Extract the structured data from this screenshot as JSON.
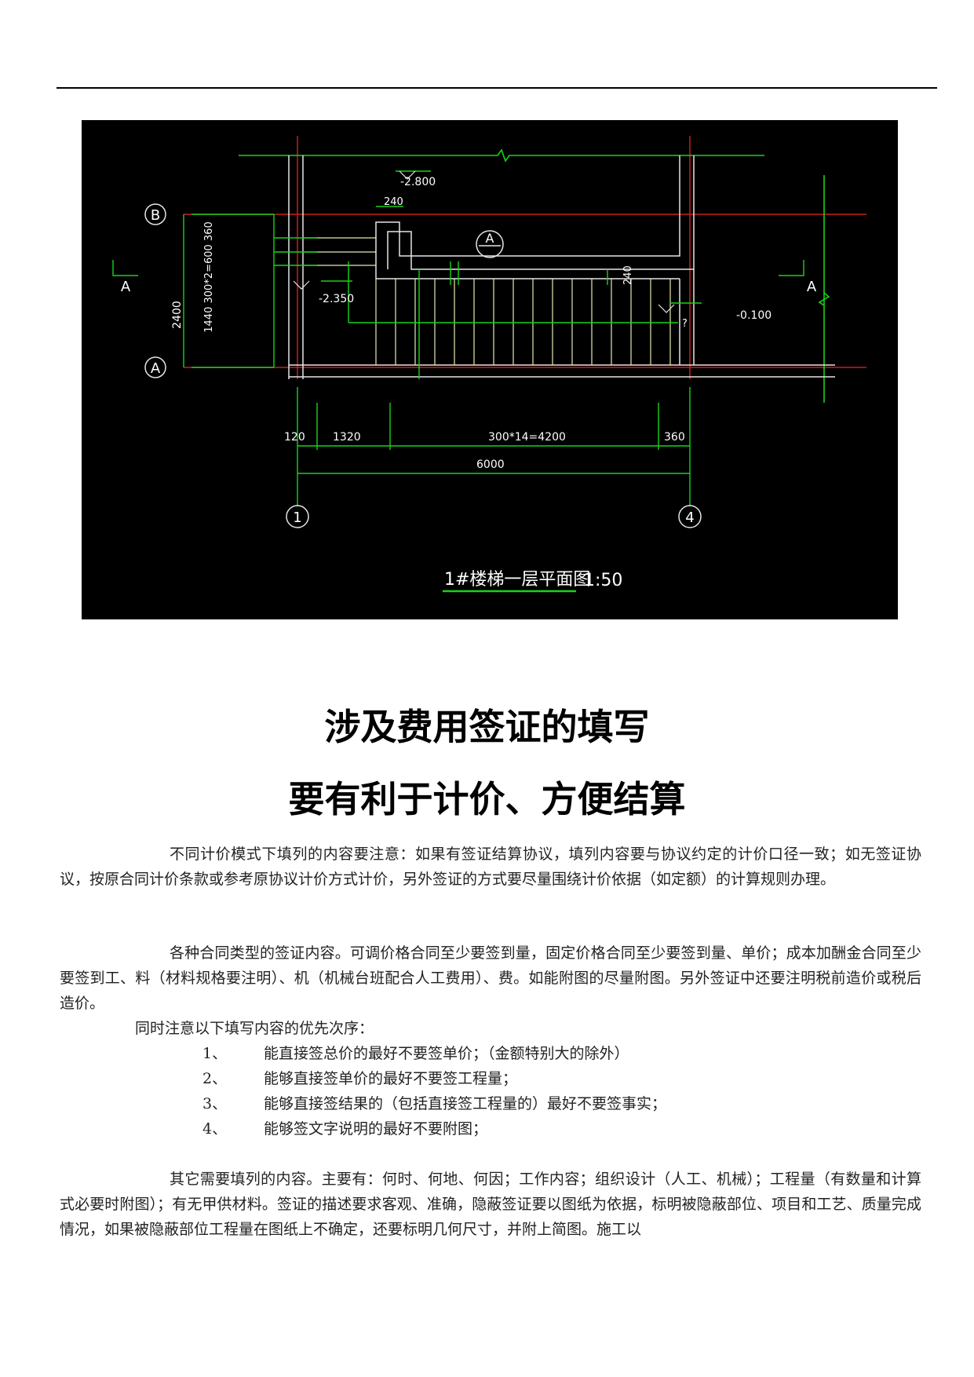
{
  "drawing": {
    "title": "1#楼梯一层平面图",
    "scale": "1:50",
    "axes": [
      "B",
      "A",
      "1",
      "4"
    ],
    "section_mark": "A",
    "section_symbol": "A",
    "levels": [
      "-2.800",
      "-2.350",
      "-0.100"
    ],
    "dims_horizontal": [
      "120",
      "1320",
      "300*14=4200",
      "360",
      "6000"
    ],
    "dims_vertical": [
      "2400",
      "1440 300*2=600 360"
    ],
    "dims_small": [
      "240",
      "240"
    ],
    "unknown_mark": "?"
  },
  "heading": {
    "line1": "涉及费用签证的填写",
    "line2": "要有利于计价、方便结算"
  },
  "paragraphs": {
    "p1": "不同计价模式下填列的内容要注意：如果有签证结算协议，填列内容要与协议约定的计价口径一致；如无签证协议，按原合同计价条款或参考原协议计价方式计价，另外签证的方式要尽量围绕计价依据（如定额）的计算规则办理。",
    "p2": "各种合同类型的签证内容。可调价格合同至少要签到量，固定价格合同至少要签到量、单价；成本加酬金合同至少要签到工、料（材料规格要注明）、机（机械台班配合人工费用）、费。如能附图的尽量附图。另外签证中还要注明税前造价或税后造价。",
    "p3": "同时注意以下填写内容的优先次序：",
    "p4": "其它需要填列的内容。主要有：何时、何地、何因；工作内容；组织设计（人工、机械）；工程量（有数量和计算式必要时附图）；有无甲供材料。签证的描述要求客观、准确，隐蔽签证要以图纸为依据，标明被隐蔽部位、项目和工艺、质量完成情况，如果被隐蔽部位工程量在图纸上不确定，还要标明几何尺寸，并附上简图。施工以"
  },
  "list": [
    {
      "num": "1、",
      "text": "能直接签总价的最好不要签单价；（金额特别大的除外）"
    },
    {
      "num": "2、",
      "text": "能够直接签单价的最好不要签工程量；"
    },
    {
      "num": "3、",
      "text": "能够直接签结果的（包括直接签工程量的）最好不要签事实；"
    },
    {
      "num": "4、",
      "text": "能够签文字说明的最好不要附图；"
    }
  ],
  "colors": {
    "cad_bg": "#000000",
    "green": "#17d417",
    "red": "#c81e1e",
    "white": "#ffffff"
  }
}
